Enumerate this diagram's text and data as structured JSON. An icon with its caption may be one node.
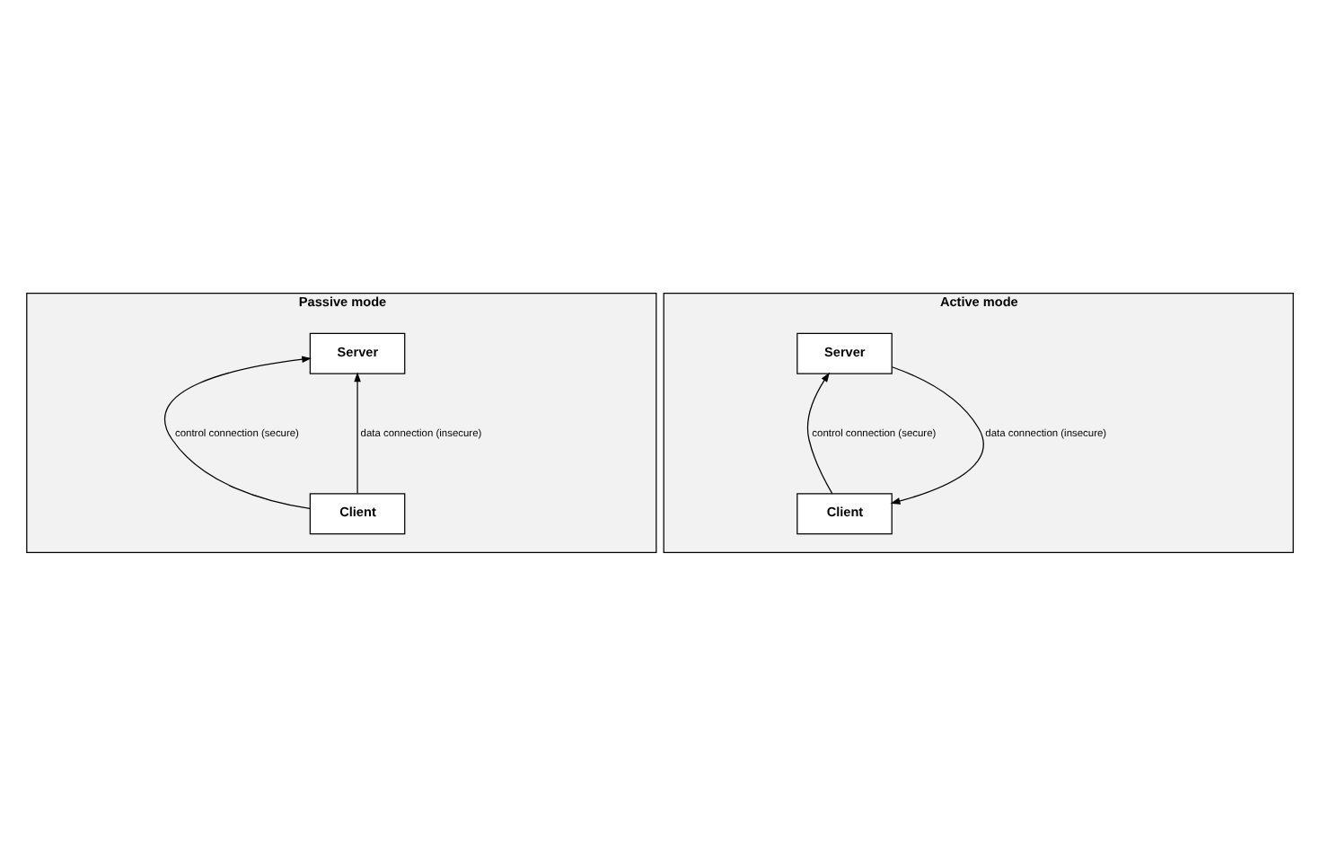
{
  "diagram": {
    "nodes": [
      {
        "text": [
          "Passive mode"
        ]
      },
      {
        "text": [
          "Server"
        ],
        "in": 0
      },
      {
        "text": [
          "Client"
        ],
        "in": 0
      },
      {
        "text": [
          "Active mode"
        ]
      },
      {
        "text": [
          "Server"
        ],
        "in": 3
      },
      {
        "text": [
          "Client"
        ],
        "in": 3
      }
    ],
    "edges": [
      {
        "from": 2,
        "to": 1,
        "arrow": "to",
        "label": "control connection (secure)"
      },
      {
        "from": 2,
        "to": 1,
        "arrow": "to",
        "label": "data connection (insecure)"
      },
      {
        "from": 5,
        "to": 4,
        "arrow": "to",
        "label": "control connection (secure)"
      },
      {
        "from": 4,
        "to": 5,
        "arrow": "to",
        "label": "data connection (insecure)"
      }
    ]
  }
}
